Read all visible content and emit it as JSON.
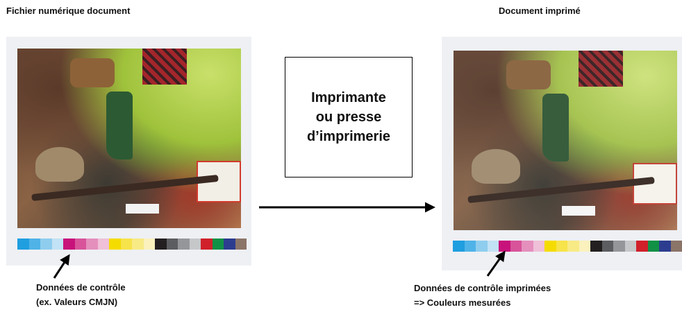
{
  "left": {
    "title": "Fichier numérique document",
    "caption_line1": "Données de contrôle",
    "caption_line2": "(ex. Valeurs CMJN)"
  },
  "right": {
    "title": "Document imprimé",
    "caption_line1": "Données de contrôle imprimées",
    "caption_line2": "=> Couleurs mesurées"
  },
  "printer": {
    "line1": "Imprimante",
    "line2": "ou presse",
    "line3": "d’imprimerie"
  },
  "control_strip_colors": [
    "#1f9ee0",
    "#4fb3e8",
    "#8fcdee",
    "#c2e2f5",
    "#c8127b",
    "#d8539a",
    "#e58fbd",
    "#efc0d8",
    "#f5dc00",
    "#f7e34a",
    "#f8ea85",
    "#faf1bd",
    "#231f20",
    "#5c5d60",
    "#959699",
    "#c6c7c9",
    "#d0202a",
    "#119146",
    "#2c3d8f",
    "#8b7468"
  ]
}
